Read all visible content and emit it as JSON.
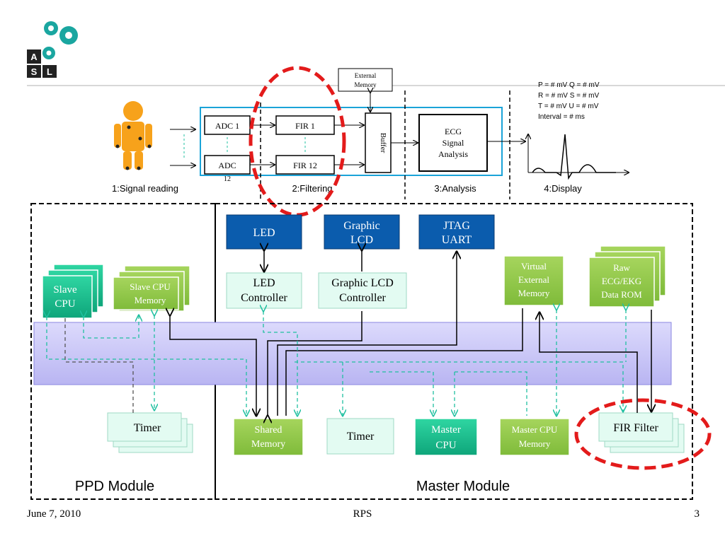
{
  "logo": {
    "letters": [
      "A",
      "S",
      "L"
    ]
  },
  "pipeline": {
    "external_memory": [
      "External",
      "Memory"
    ],
    "adc1": "ADC 1",
    "adc12": "ADC",
    "adc12_sub": "12",
    "fir1": "FIR 1",
    "fir12": "FIR 12",
    "buffer": "Buffer",
    "analysis_box": [
      "ECG",
      "Signal",
      "Analysis"
    ],
    "readout": [
      "P = # mV  Q = # mV",
      "R = # mV  S = # mV",
      "T = # mV  U = # mV",
      "Interval = # ms"
    ],
    "stages": [
      "1:Signal reading",
      "2:Filtering",
      "3:Analysis",
      "4:Display"
    ]
  },
  "blocks": {
    "led": "LED",
    "graphic_lcd": [
      "Graphic",
      "LCD"
    ],
    "jtag_uart": [
      "JTAG",
      "UART"
    ],
    "led_controller": [
      "LED",
      "Controller"
    ],
    "glcd_controller": [
      "Graphic LCD",
      "Controller"
    ],
    "virtual_ext_mem": [
      "Virtual",
      "External",
      "Memory"
    ],
    "raw_rom": [
      "Raw",
      "ECG/EKG",
      "Data ROM"
    ],
    "slave_cpu": [
      "Slave",
      "CPU"
    ],
    "slave_cpu_mem": [
      "Slave CPU",
      "Memory"
    ],
    "timer_ppd": "Timer",
    "shared_mem": [
      "Shared",
      "Memory"
    ],
    "timer_master": "Timer",
    "master_cpu": [
      "Master",
      "CPU"
    ],
    "master_cpu_mem": [
      "Master CPU",
      "Memory"
    ],
    "fir_filter": "FIR Filter"
  },
  "modules": {
    "ppd": "PPD Module",
    "master": "Master Module"
  },
  "footer": {
    "date": "June 7, 2010",
    "center": "RPS",
    "page": "3"
  },
  "colors": {
    "dark_blue": "#0b5cad",
    "green": "#8dc63f",
    "teal": "#12b886",
    "mint": "#e3fbf2",
    "bus": "#c9c7f7",
    "dashed": "#20c0a0",
    "red": "#e31b1b",
    "cyan": "#1aa3d8",
    "orange": "#f7a21b"
  }
}
